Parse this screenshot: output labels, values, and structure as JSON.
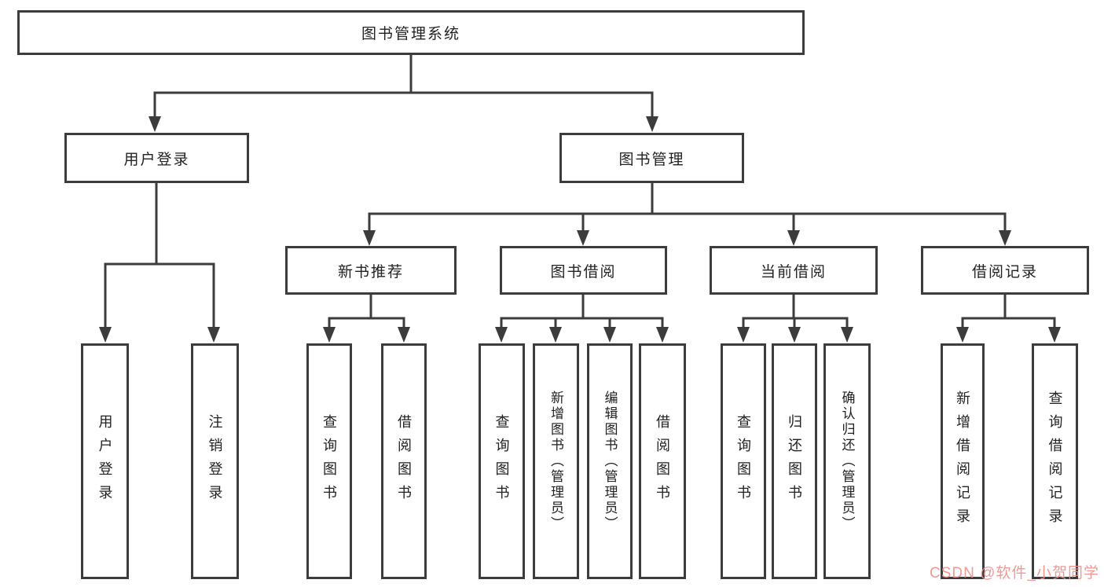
{
  "diagram": {
    "root": {
      "label": "图书管理系统"
    },
    "level1": [
      {
        "label": "用户登录",
        "children": [
          "用户登录",
          "注销登录"
        ]
      },
      {
        "label": "图书管理",
        "sections": [
          {
            "label": "新书推荐",
            "children": [
              "查询图书",
              "借阅图书"
            ]
          },
          {
            "label": "图书借阅",
            "children": [
              "查询图书",
              "新增图书（管理员）",
              "编辑图书（管理员）",
              "借阅图书"
            ]
          },
          {
            "label": "当前借阅",
            "children": [
              "查询图书",
              "归还图书",
              "确认归还（管理员）"
            ]
          },
          {
            "label": "借阅记录",
            "children": [
              "新增借阅记录",
              "查询借阅记录"
            ]
          }
        ]
      }
    ]
  },
  "watermark": {
    "text": "CSDN @软件_小贺同学",
    "color": "#f0908b"
  },
  "colors": {
    "line": "#3c3c3c",
    "box_background": "#ffffff",
    "text": "#222222"
  }
}
